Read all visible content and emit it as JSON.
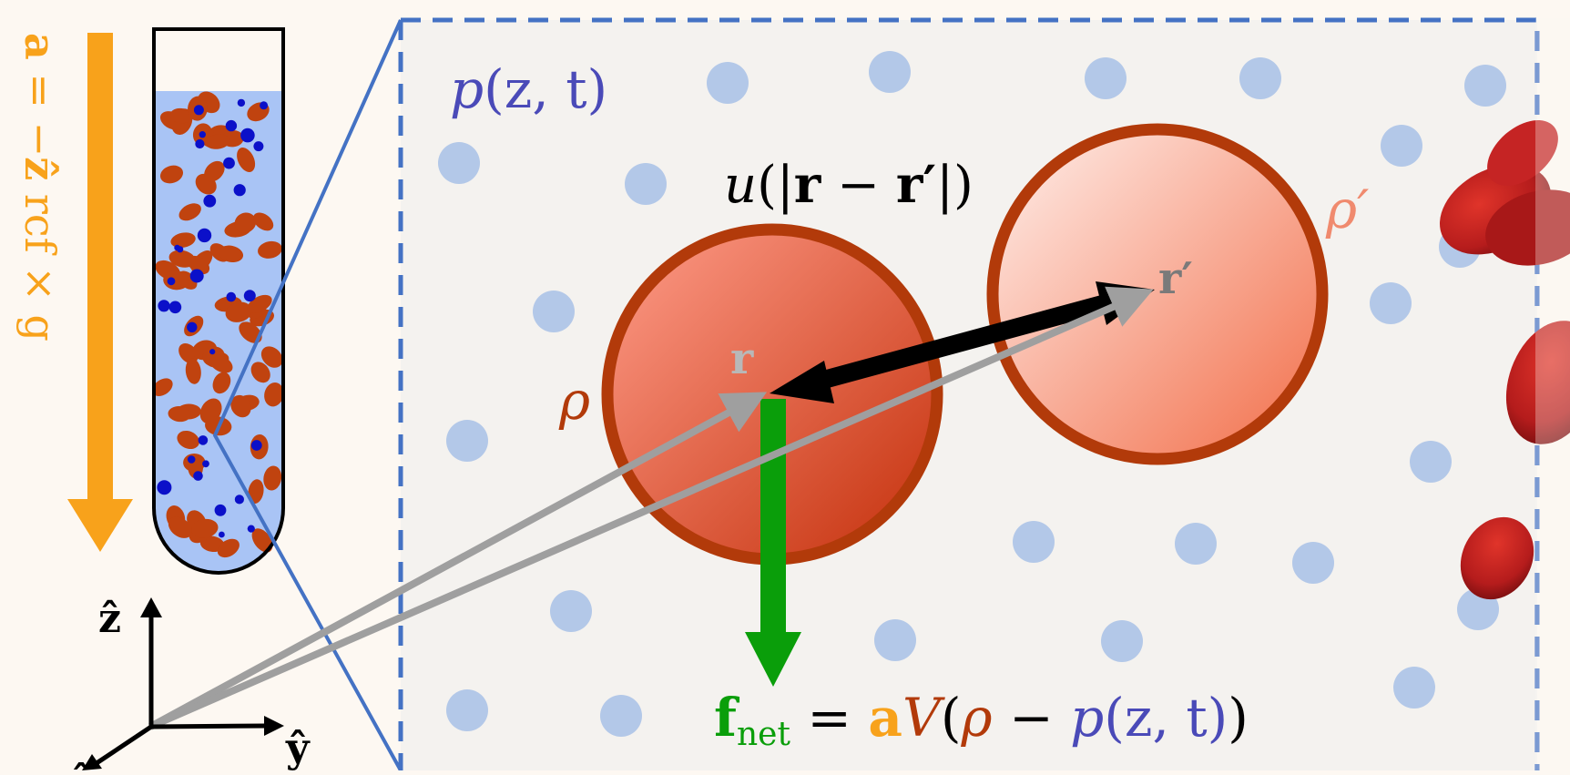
{
  "labels": {
    "accel_a": "a",
    "accel_eq": " = −",
    "accel_z": "ẑ",
    "accel_rest": " rcf × g",
    "pressure_p": "p",
    "pressure_args": "(z, t)",
    "potential_u": "u",
    "potential_open": "(|",
    "potential_r": "r",
    "potential_minus": " − ",
    "potential_rp": "r′",
    "potential_close": "|)",
    "rho": "ρ",
    "rho_prime": "ρ′",
    "r": "r",
    "r_prime": "r′",
    "f": "f",
    "f_sub": "net",
    "f_eq": " = ",
    "f_a": "a",
    "f_V": "V",
    "f_open": "(",
    "f_rho": "ρ",
    "f_minus": " − ",
    "f_p": "p",
    "f_pargs": "(z, t)",
    "f_close": ")",
    "axis_z": "ẑ",
    "axis_y": "ŷ",
    "axis_x": "x̂"
  },
  "colors": {
    "background": "#fdf8f2",
    "panel": "#f4f2ef",
    "panel_border": "#4472c4",
    "fluid": "#a9c4f5",
    "solute_dot": "#b3c8e8",
    "accel_arrow": "#f8a21b",
    "particle_border": "#b23a0a",
    "force_arrow": "#0a9e0a",
    "position_arrow": "#9f9f9f",
    "rho_prime_text": "#f08a6e",
    "pressure_text": "#4a4ab8",
    "cell": "#b32020"
  }
}
